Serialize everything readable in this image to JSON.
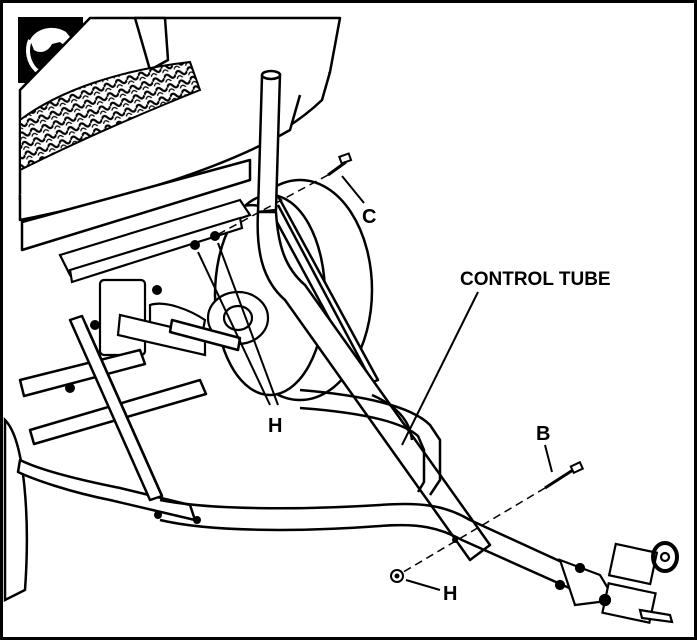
{
  "figure": {
    "labels": {
      "control_tube": "CONTROL TUBE",
      "c": "C",
      "b": "B",
      "h_upper": "H",
      "h_lower": "H"
    },
    "icon": "hand-tool-icon",
    "colors": {
      "line": "#000000",
      "background": "#ffffff",
      "mesh": "#222222",
      "tire": "#f2f2f2"
    }
  }
}
